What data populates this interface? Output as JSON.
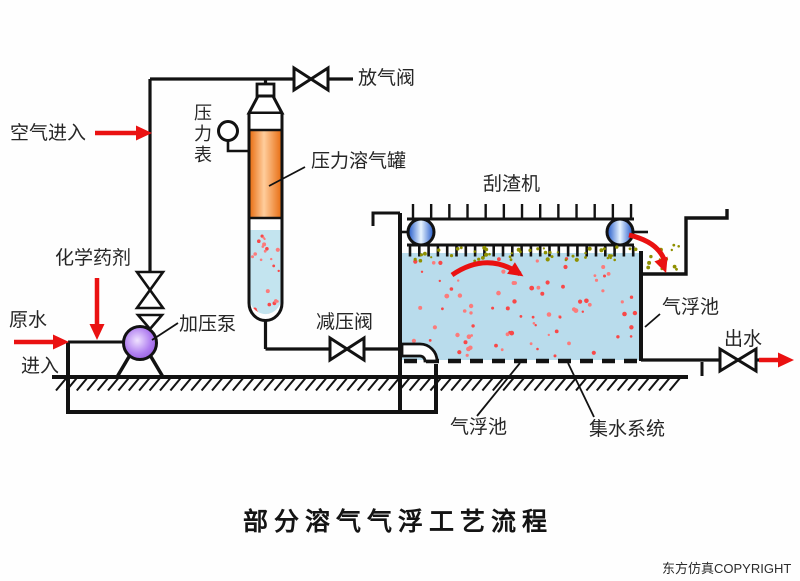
{
  "diagram": {
    "title": "部分溶气气浮工艺流程",
    "copyright": "东方仿真COPYRIGHT",
    "labels": {
      "air_in": "空气进入",
      "pressure_gauge": "压力表",
      "release_valve": "放气阀",
      "saturator_tank": "压力溶气罐",
      "scraper": "刮渣机",
      "chemical": "化学药剂",
      "raw_water": "原水",
      "inlet": "进入",
      "pressure_pump": "加压泵",
      "reducing_valve": "减压阀",
      "flotation_tank_right": "气浮池",
      "outlet_water": "出水",
      "flotation_tank_bottom": "气浮池",
      "collection_system": "集水系统"
    },
    "colors": {
      "water": "#b9dcec",
      "saturator_orange_dark": "#ec7a1c",
      "saturator_orange_light": "#ffd0a0",
      "pump_purple_dark": "#8b4fd6",
      "pump_purple_light": "#efe2ff",
      "pulley_blue": "#1c55c8",
      "pulley_light": "#e8f4ff",
      "particle_red": "#f84848",
      "scum_olive": "#8f9000",
      "arrow_red": "#ea1111",
      "line_black": "#121212"
    }
  }
}
